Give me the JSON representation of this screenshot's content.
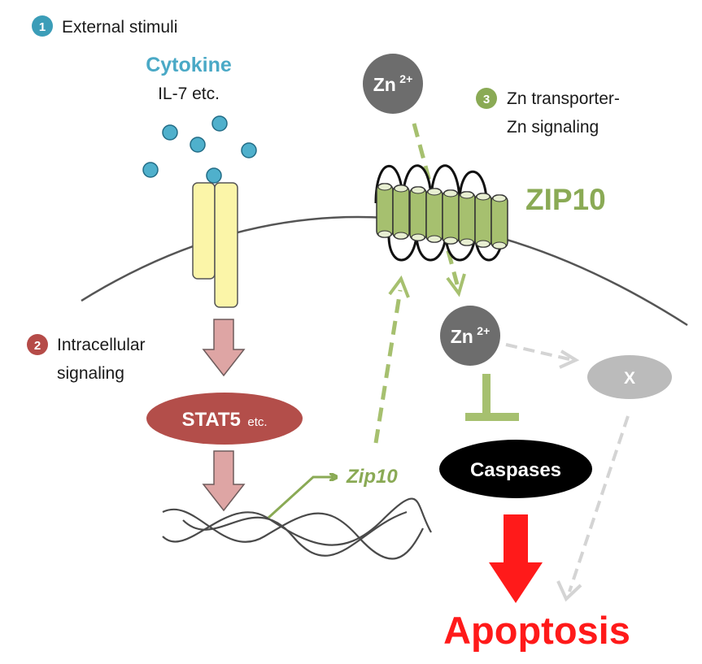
{
  "labels": {
    "step1_number": "1",
    "step1_title": "External stimuli",
    "cytokine": "Cytokine",
    "cytokine_example": "IL-7 etc.",
    "step2_number": "2",
    "step2_line1": "Intracellular",
    "step2_line2": "signaling",
    "stat5": "STAT5",
    "stat5_suffix": "etc.",
    "zip10_gene": "Zip10",
    "zn_base": "Zn",
    "zn_charge": "2+",
    "step3_number": "3",
    "step3_line1": "Zn transporter-",
    "step3_line2": "Zn signaling",
    "zip10_protein": "ZIP10",
    "x_node": "X",
    "caspases": "Caspases",
    "apoptosis": "Apoptosis"
  },
  "colors": {
    "step1": "#3b9db8",
    "cytokine": "#4aa9c6",
    "step2": "#b54b48",
    "stat5": "#b34e4a",
    "zip": "#8aaa55",
    "zip_fill": "#a6c06f",
    "zn_circle": "#6d6d6d",
    "x_circle": "#bbbbbb",
    "caspases": "#000000",
    "apoptosis": "#ff1a1a",
    "receptor": "#fbf5a8",
    "pink_arrow": "#dea5a4",
    "grey_dashed": "#d4d4d4"
  }
}
